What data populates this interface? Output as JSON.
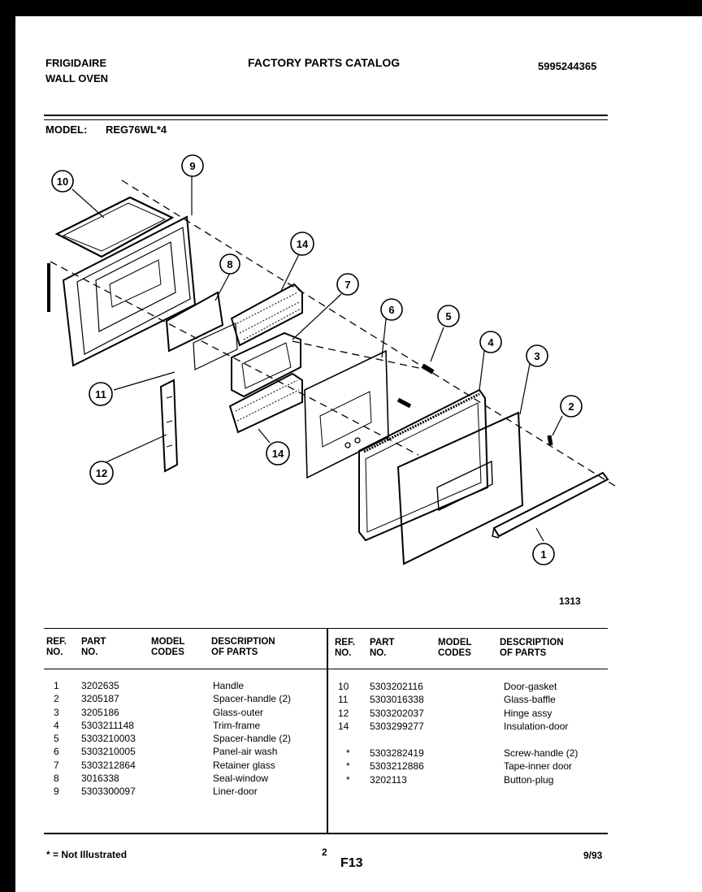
{
  "header": {
    "brand": "FRIGIDAIRE",
    "product": "WALL OVEN",
    "catalog_title": "FACTORY PARTS CATALOG",
    "catalog_number": "5995244365",
    "model_label": "MODEL:",
    "model_value": "REG76WL*4"
  },
  "diagram": {
    "figure_number": "1313",
    "callouts": [
      "1",
      "2",
      "3",
      "4",
      "5",
      "6",
      "7",
      "8",
      "9",
      "10",
      "11",
      "12",
      "14",
      "14"
    ]
  },
  "table": {
    "headers": {
      "ref_line1": "REF.",
      "ref_line2": "NO.",
      "part_line1": "PART",
      "part_line2": "NO.",
      "model_line1": "MODEL",
      "model_line2": "CODES",
      "desc_line1": "DESCRIPTION",
      "desc_line2": "OF PARTS"
    },
    "left_rows": [
      {
        "ref": "1",
        "part": "3202635",
        "desc": "Handle"
      },
      {
        "ref": "2",
        "part": "3205187",
        "desc": "Spacer-handle (2)"
      },
      {
        "ref": "3",
        "part": "3205186",
        "desc": "Glass-outer"
      },
      {
        "ref": "4",
        "part": "5303211148",
        "desc": "Trim-frame"
      },
      {
        "ref": "5",
        "part": "5303210003",
        "desc": "Spacer-handle (2)"
      },
      {
        "ref": "6",
        "part": "5303210005",
        "desc": "Panel-air wash"
      },
      {
        "ref": "7",
        "part": "5303212864",
        "desc": "Retainer glass"
      },
      {
        "ref": "8",
        "part": "3016338",
        "desc": "Seal-window"
      },
      {
        "ref": "9",
        "part": "5303300097",
        "desc": "Liner-door"
      }
    ],
    "right_rows_a": [
      {
        "ref": "10",
        "part": "5303202116",
        "desc": "Door-gasket"
      },
      {
        "ref": "11",
        "part": "5303016338",
        "desc": "Glass-baffle"
      },
      {
        "ref": "12",
        "part": "5303202037",
        "desc": "Hinge assy"
      },
      {
        "ref": "14",
        "part": "5303299277",
        "desc": "Insulation-door"
      }
    ],
    "right_rows_b": [
      {
        "ref": "*",
        "part": "5303282419",
        "desc": "Screw-handle  (2)"
      },
      {
        "ref": "*",
        "part": "5303212886",
        "desc": "Tape-inner door"
      },
      {
        "ref": "*",
        "part": "3202113",
        "desc": "Button-plug"
      }
    ]
  },
  "footer": {
    "note": "* = Not Illustrated",
    "page_number": "2",
    "section": "F13",
    "date": "9/93"
  }
}
